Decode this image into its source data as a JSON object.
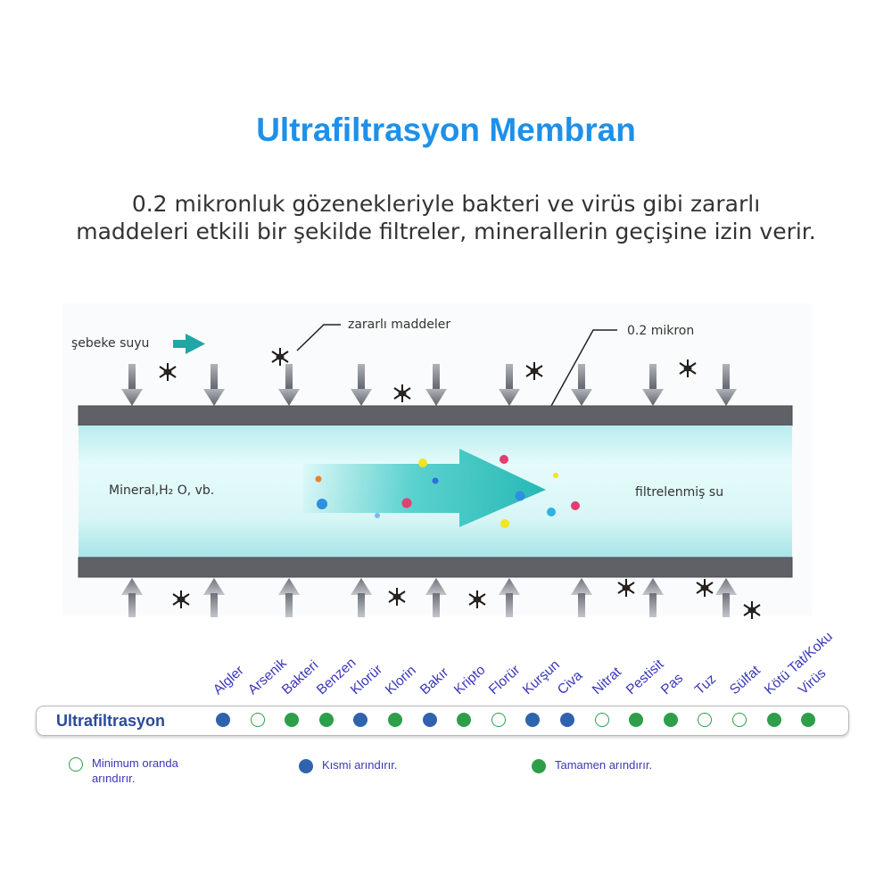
{
  "title": "Ultrafiltrasyon Membran",
  "subtitle": {
    "line1": "0.2 mikronluk gözenekleriyle bakteri ve virüs gibi zararlı",
    "line2": "maddeleri etkili bir şekilde filtreler, minerallerin geçişine izin verir."
  },
  "diagram": {
    "inlet_label": "şebeke suyu",
    "harmful_label": "zararlı maddeler",
    "micron_label": "0.2 mikron",
    "input_label": "Mineral,H₂  O,   vb.",
    "output_label": "filtrelenmiş su"
  },
  "table": {
    "row_label": "Ultrafiltrasyon",
    "categories": [
      {
        "name": "Algler",
        "level": "partial"
      },
      {
        "name": "Arsenik",
        "level": "minimum"
      },
      {
        "name": "Bakteri",
        "level": "full"
      },
      {
        "name": "Benzen",
        "level": "full"
      },
      {
        "name": "Klorür",
        "level": "partial"
      },
      {
        "name": "Klorin",
        "level": "full"
      },
      {
        "name": "Bakır",
        "level": "partial"
      },
      {
        "name": "Kripto",
        "level": "full"
      },
      {
        "name": "Florür",
        "level": "minimum"
      },
      {
        "name": "Kurşun",
        "level": "partial"
      },
      {
        "name": "Civa",
        "level": "partial"
      },
      {
        "name": "Nitrat",
        "level": "minimum"
      },
      {
        "name": "Pestisit",
        "level": "full"
      },
      {
        "name": "Pas",
        "level": "full"
      },
      {
        "name": "Tuz",
        "level": "minimum"
      },
      {
        "name": "Sülfat",
        "level": "minimum"
      },
      {
        "name": "Kötü Tat/Koku",
        "level": "full"
      },
      {
        "name": "Virüs",
        "level": "full"
      }
    ]
  },
  "legend": {
    "minimum": {
      "line1": "Minimum oranda",
      "line2": "arındırır."
    },
    "partial": "Kısmi arındırır.",
    "full": "Tamamen arındırır."
  },
  "colors": {
    "title": "#1e90e8",
    "full": "#2e9e4a",
    "partial": "#2f63ad",
    "membrane": "#5f6166",
    "water": "#bfeef0",
    "arrow": "#2ec4c0"
  }
}
